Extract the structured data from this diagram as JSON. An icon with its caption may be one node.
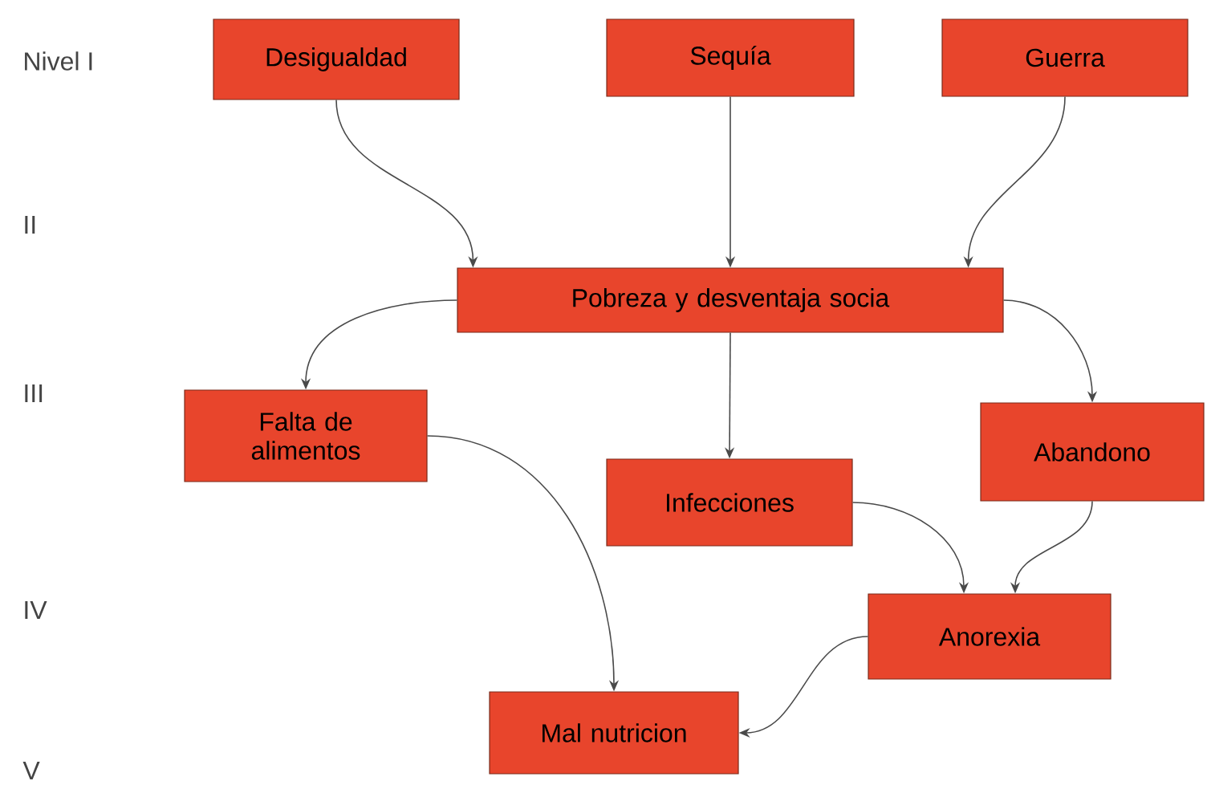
{
  "diagram": {
    "nodes": [
      {
        "text": [
          "Desigualdad"
        ]
      },
      {
        "text": [
          "Sequía"
        ]
      },
      {
        "text": [
          "Guerra"
        ]
      },
      {
        "text": [
          "Pobreza y desventaja socia"
        ]
      },
      {
        "text": [
          "Falta de alimentos"
        ]
      },
      {
        "text": [
          "Infecciones"
        ]
      },
      {
        "text": [
          "Abandono"
        ]
      },
      {
        "text": [
          "Anorexia"
        ]
      },
      {
        "text": [
          "Mal nutricion"
        ]
      }
    ],
    "edges": [
      {
        "from": 0,
        "to": 3,
        "arrow": "to"
      },
      {
        "from": 1,
        "to": 3,
        "arrow": "to"
      },
      {
        "from": 2,
        "to": 3,
        "arrow": "to"
      },
      {
        "from": 3,
        "to": 4,
        "arrow": "to"
      },
      {
        "from": 3,
        "to": 5,
        "arrow": "to"
      },
      {
        "from": 3,
        "to": 6,
        "arrow": "to"
      },
      {
        "from": 4,
        "to": 8,
        "arrow": "to"
      },
      {
        "from": 5,
        "to": 7,
        "arrow": "to"
      },
      {
        "from": 6,
        "to": 7,
        "arrow": "to"
      },
      {
        "from": 7,
        "to": 8,
        "arrow": "to"
      }
    ],
    "labels": [
      "Nivel I",
      "II",
      "III",
      "IV",
      "V"
    ]
  }
}
